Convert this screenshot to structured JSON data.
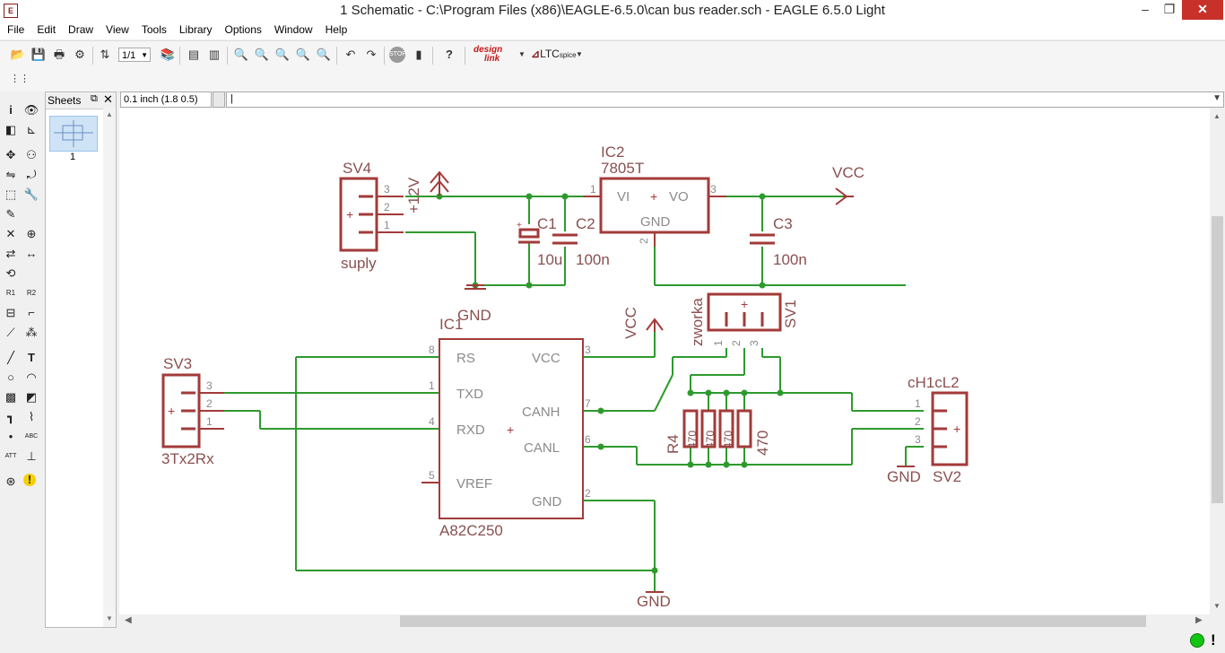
{
  "window": {
    "title": "1 Schematic - C:\\Program Files (x86)\\EAGLE-6.5.0\\can bus reader.sch - EAGLE 6.5.0 Light",
    "app_icon": "eagle-schematic-icon",
    "minimize": "–",
    "maximize": "❐",
    "close": "✕"
  },
  "menu": [
    "File",
    "Edit",
    "Draw",
    "View",
    "Tools",
    "Library",
    "Options",
    "Window",
    "Help"
  ],
  "toolbar": {
    "zoom_select": "1/1",
    "designlink_top": "design",
    "designlink_bottom": "link",
    "ltc_brand": "LTC",
    "ltc_product": "spice"
  },
  "sheets_panel": {
    "title": "Sheets",
    "pin_icon": "⧉",
    "close_icon": "✕",
    "sheet_number": "1"
  },
  "coordinates": "0.1 inch (1.8 0.5)",
  "command_line": "|",
  "schematic": {
    "sv4": {
      "name": "SV4",
      "value": "suply",
      "pins": [
        "3",
        "2",
        "1"
      ]
    },
    "supply_12v": "+12V",
    "ic2": {
      "name": "IC2",
      "value": "7805T",
      "vi": "VI",
      "plus": "+",
      "vo": "VO",
      "gnd": "GND",
      "pin_in": "1",
      "pin_out": "3",
      "pin_gnd": "2"
    },
    "vcc_top": "VCC",
    "c1": {
      "name": "C1",
      "value": "10u"
    },
    "c2": {
      "name": "C2",
      "value": "100n"
    },
    "c3": {
      "name": "C3",
      "value": "100n"
    },
    "gnd_top": "GND",
    "ic1": {
      "name": "IC1",
      "value": "A82C250",
      "rs": "RS",
      "txd": "TXD",
      "rxd": "RXD",
      "vref": "VREF",
      "vcc": "VCC",
      "canh": "CANH",
      "canl": "CANL",
      "gnd": "GND",
      "pins": {
        "rs": "8",
        "txd": "1",
        "rxd": "4",
        "vref": "5",
        "vcc": "3",
        "canh": "7",
        "canl": "6",
        "gnd": "2"
      }
    },
    "vcc_ic1": "VCC",
    "sv1": {
      "name": "SV1",
      "value": "zworka",
      "pins": [
        "1",
        "2",
        "3"
      ]
    },
    "sv3": {
      "name": "SV3",
      "value": "3Tx2Rx",
      "pins": [
        "3",
        "2",
        "1"
      ]
    },
    "r4": {
      "name": "R4",
      "values": [
        "470",
        "470",
        "470",
        "470"
      ]
    },
    "sv2": {
      "name": "SV2",
      "value": "cH1cL2",
      "pins": [
        "1",
        "2",
        "3"
      ],
      "gnd": "GND"
    },
    "gnd_bottom": "GND",
    "plus": "+"
  },
  "colors": {
    "wire": "#2e9a2e",
    "symbol": "#a33a3a",
    "label": "#a06868",
    "net_label": "#8a8a8a"
  }
}
